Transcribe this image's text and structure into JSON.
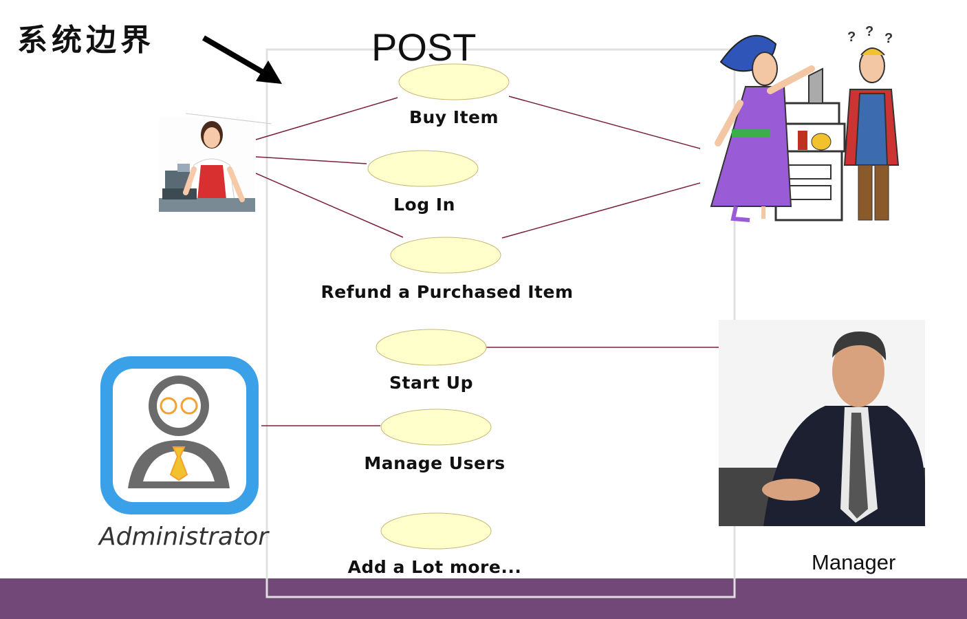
{
  "labels": {
    "boundary_note": "系统边界",
    "system_name": "POST",
    "administrator": "Administrator",
    "manager": "Manager"
  },
  "use_cases": [
    {
      "id": "buy-item",
      "label": "Buy Item"
    },
    {
      "id": "log-in",
      "label": "Log In"
    },
    {
      "id": "refund-item",
      "label": "Refund a Purchased Item"
    },
    {
      "id": "start-up",
      "label": "Start Up"
    },
    {
      "id": "manage-users",
      "label": "Manage Users"
    },
    {
      "id": "add-more",
      "label": "Add a Lot more..."
    }
  ],
  "colors": {
    "ellipse_fill": "#ffffcc",
    "ellipse_stroke": "#c8b878",
    "association_line": "#7a1f38",
    "boundary": "#e0e0e0",
    "footer": "#714877",
    "admin_icon_blue": "#3aa0e8",
    "admin_icon_gray": "#6b6b6b",
    "admin_icon_orange": "#f2a030"
  }
}
